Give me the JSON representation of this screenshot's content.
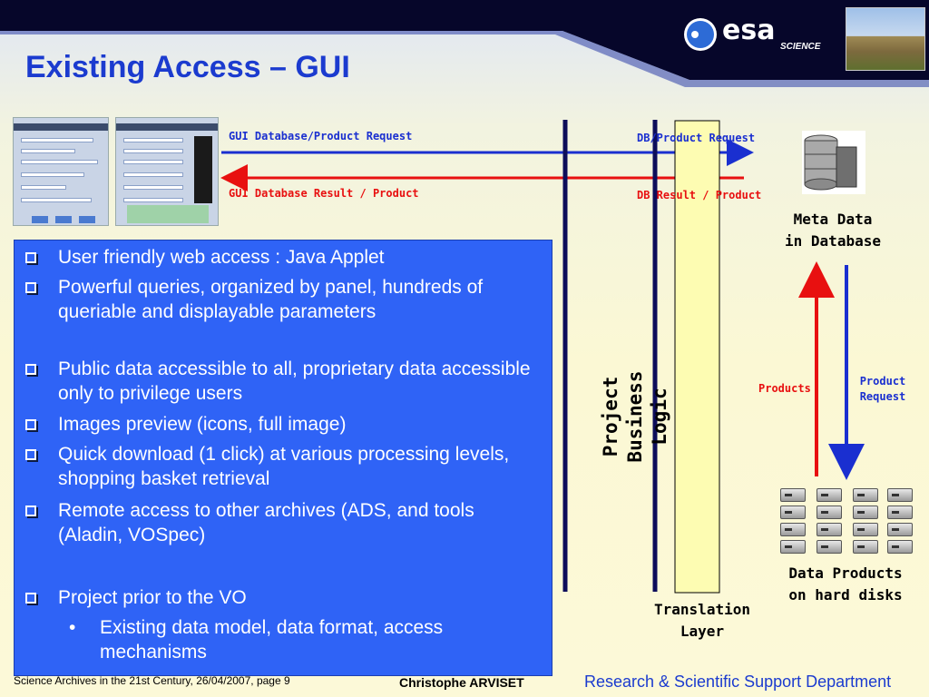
{
  "slide": {
    "title": "Existing Access – GUI",
    "logo_text": "esa",
    "logo_subtext": "SCIENCE"
  },
  "flow": {
    "request_left": "GUI Database/Product Request",
    "result_left": "GUI Database Result / Product",
    "request_right": "DB/Product Request",
    "result_right": "DB Result / Product",
    "products": "Products",
    "product_request": "Product\nRequest",
    "meta_data": "Meta Data\nin Database",
    "data_products": "Data Products\non hard disks",
    "translation_layer": "Translation\nLayer",
    "business_logic": "Project\nBusiness Logic"
  },
  "bullets": [
    "User friendly web access : Java Applet",
    "Powerful queries, organized by panel, hundreds of queriable and displayable parameters",
    "Public data accessible to all, proprietary data accessible only to privilege users",
    "Images preview (icons, full image)",
    "Quick download (1 click) at various processing levels, shopping basket retrieval",
    "Remote access to other archives (ADS, and tools (Aladin, VOSpec)",
    "Project prior to the VO"
  ],
  "sub_bullets": [
    "Existing data model, data format, access mechanisms"
  ],
  "footer": {
    "left": "Science Archives in the 21st Century, 26/04/2007, page 9",
    "author": "Christophe ARVISET",
    "department": "Research & Scientific Support Department"
  },
  "colors": {
    "title": "#1b3bcf",
    "panel": "#2f63f6",
    "request_arrow": "#1a2fd0",
    "result_arrow": "#e81010",
    "dark_band": "#0a0a30"
  }
}
